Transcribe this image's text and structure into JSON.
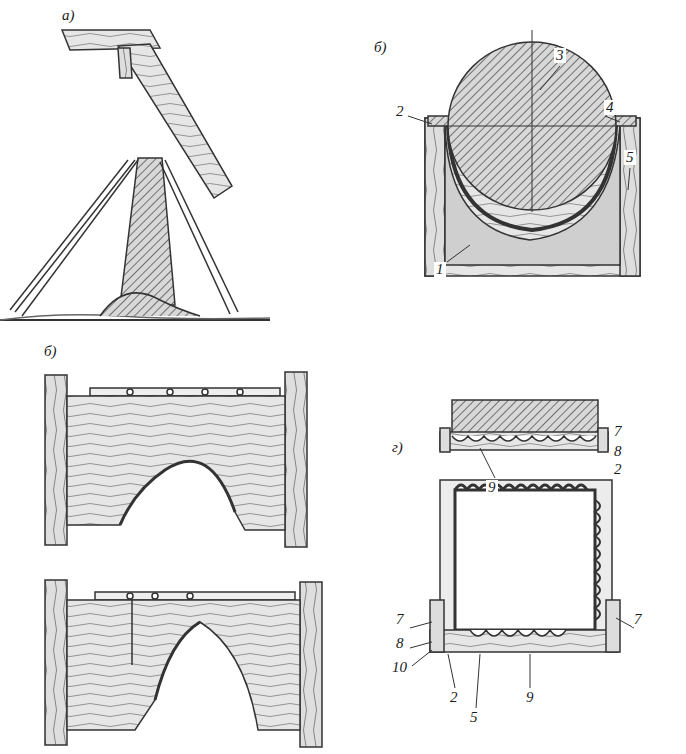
{
  "diagram": {
    "labels": [
      "а)",
      "б)",
      "3",
      "2",
      "4",
      "5",
      "1",
      "б)",
      "г)",
      "7",
      "8",
      "2",
      "9",
      "7",
      "8",
      "10",
      "2",
      "5",
      "9",
      "7"
    ]
  }
}
